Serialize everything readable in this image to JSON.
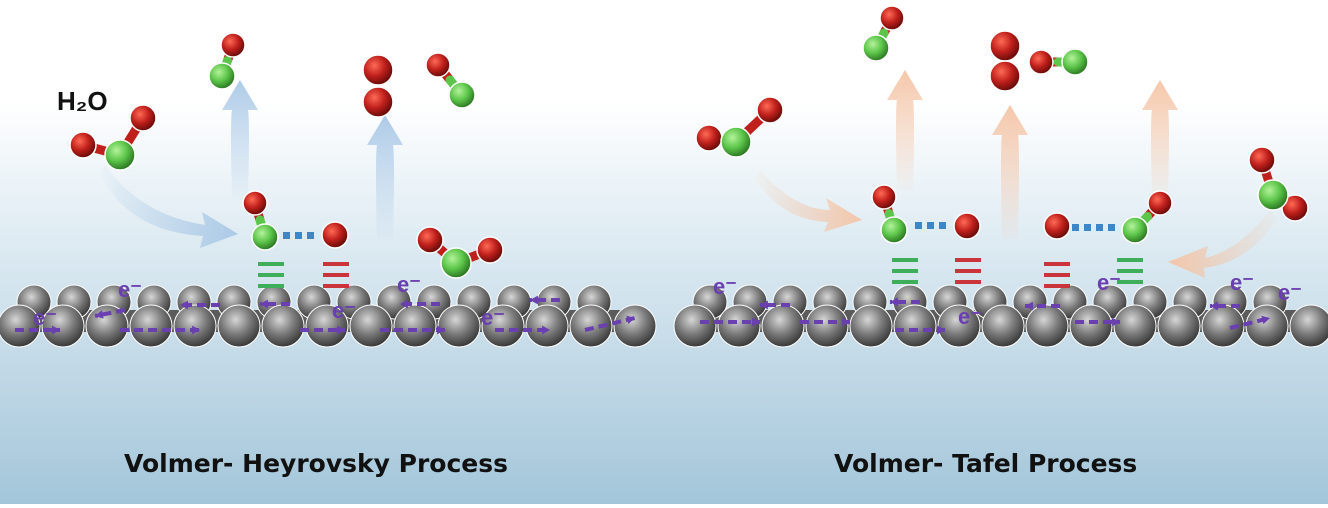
{
  "panels": [
    {
      "id": "volmer-heyrovsky",
      "caption": "Volmer- Heyrovsky Process",
      "arrow_color": "#a9c8e6",
      "reactant_label": "H₂O",
      "electron_label": "e⁻"
    },
    {
      "id": "volmer-tafel",
      "caption": "Volmer- Tafel Process",
      "arrow_color": "#f4c4a6",
      "electron_label": "e⁻"
    }
  ],
  "colors": {
    "oxygen_atom": "#c0201c",
    "hydrogen_atom": "#5cc64a",
    "substrate_atom": "#7a7a7a",
    "electron_arrow": "#6a3fb0",
    "hbond_dots": "#3d86c8",
    "bond_green": "#3fae5a",
    "bond_red": "#c9353a",
    "bg_top": "#ffffff",
    "bg_bottom": "#a7c9dc"
  }
}
